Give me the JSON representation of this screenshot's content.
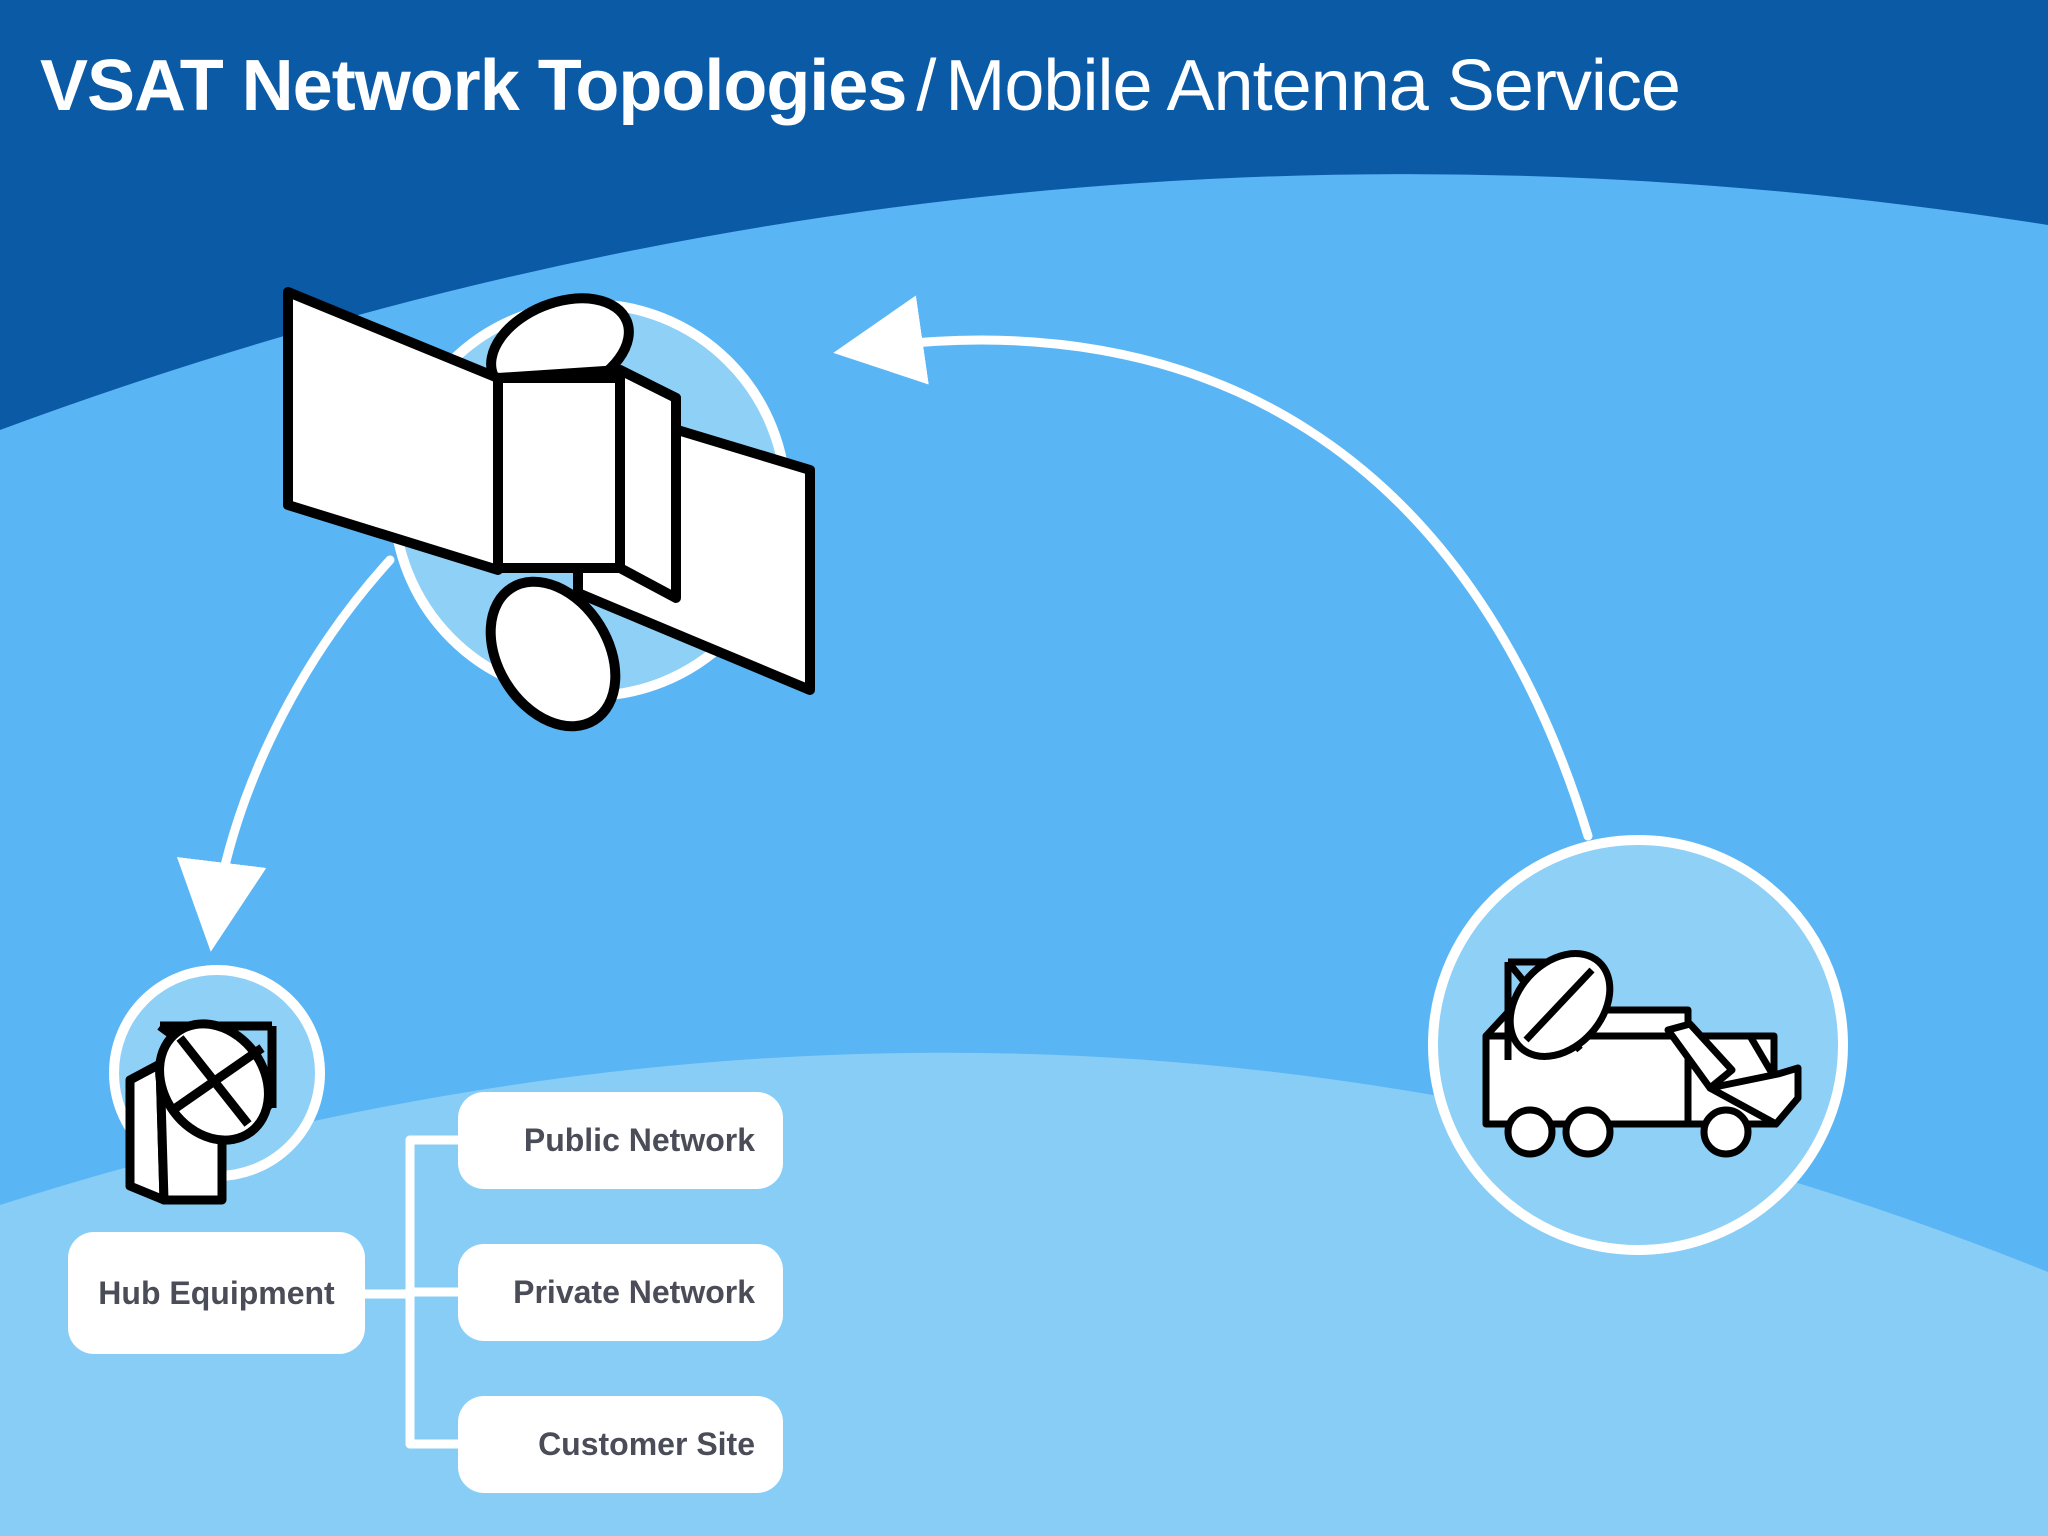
{
  "header": {
    "title_bold": "VSAT Network Topologies",
    "title_separator": "/",
    "title_light": "Mobile Antenna Service"
  },
  "nodes": {
    "satellite": {
      "icon": "satellite-icon"
    },
    "hub": {
      "icon": "dish-antenna-icon",
      "label": "Hub Equipment"
    },
    "mobile_vehicle": {
      "icon": "antenna-truck-icon"
    }
  },
  "network_targets": [
    {
      "label": "Public Network"
    },
    {
      "label": "Private Network"
    },
    {
      "label": "Customer Site"
    }
  ],
  "links": [
    {
      "from": "mobile_vehicle",
      "to": "satellite"
    },
    {
      "from": "satellite",
      "to": "hub"
    },
    {
      "from": "hub",
      "to": "network_targets"
    }
  ],
  "colors": {
    "header_blue": "#0a5aa6",
    "sky_blue": "#5ab5f5",
    "ground_blue": "#88cdf6",
    "bubble_blue": "#8fd0f7",
    "line_white": "#ffffff",
    "outline_black": "#000000",
    "label_gray": "#4a4d57"
  }
}
